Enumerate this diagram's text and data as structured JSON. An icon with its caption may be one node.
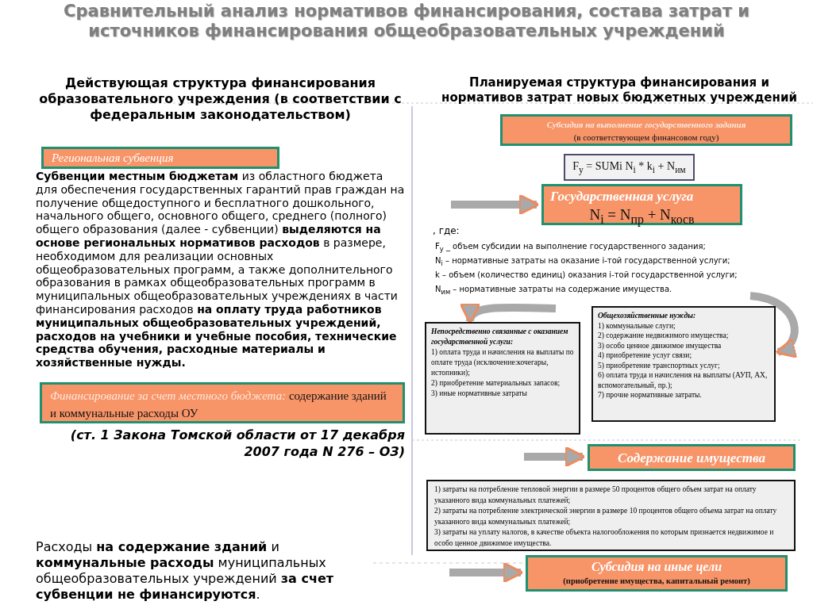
{
  "diagram": {
    "title": "Сравнительный анализ нормативов финансирования, состава затрат и источников финансирования общеобразовательных учреждений",
    "nodes": [
      {
        "text": [
          "Региональная субвенция"
        ]
      },
      {
        "text": [
          "Финансирование за счет местного бюджета:",
          "содержание зданий и коммунальные расходы  ОУ"
        ]
      },
      {
        "text": [
          "Субсидия на выполнение государственного задания",
          "(в соответствующем финансовом году)"
        ]
      },
      {
        "text": [
          "F$_{у}$ = SUMi N$_{i}$ * k$_{i}$ + N$_{им}$"
        ]
      },
      {
        "text": [
          "Государственная услуга",
          "N$_{i}$ = N$_{пр}$ + N$_{косв}$"
        ]
      },
      {
        "text": [
          "Непосредственно связанные с оказанием государственной услуги:",
          "1) оплата труда и начисления на выплаты по оплате труда (исключение:кочегары, истопники);",
          "2) приобретение материальных запасов;",
          "3) иные нормативные затраты"
        ]
      },
      {
        "text": [
          "Общехозяйственные нужды:",
          "1) коммунальные слуги;",
          "2) содержание недвижимого имущества;",
          "3) особо ценное движимое имущества",
          "4) приобретение услуг связи;",
          "5) приобретение транспортных услуг;",
          "6) оплата труда и начисления на выплаты (АУП, АХ, вспомогательный, пр.);",
          "7) прочие нормативные затраты."
        ]
      },
      {
        "text": [
          "Содержание имущества"
        ]
      },
      {
        "text": [
          "1) затраты на потребление тепловой энергии в размере 50 процентов общего объем затрат на оплату указанного вида коммунальных платежей;",
          "2) затраты на  потребление электрической энергии в размере 10 процентов общего объема затрат на оплату указанного вида коммунальных платежей;",
          "3) затраты на уплату налогов, в качестве объекта налогообложения по которым признается недвижимое и особо ценное движимое имущества."
        ]
      },
      {
        "text": [
          "Субсидия на иные цели",
          "(приобретение имущества, капитальный ремонт)"
        ]
      }
    ],
    "edges": [
      {
        "from": null,
        "to": 4,
        "arrow": "to"
      },
      {
        "from": null,
        "to": 5,
        "arrow": "to"
      },
      {
        "from": null,
        "to": 6,
        "arrow": "to"
      },
      {
        "from": null,
        "to": 7,
        "arrow": "to"
      },
      {
        "from": null,
        "to": 9,
        "arrow": "to"
      }
    ],
    "labels": [
      "Действующая структура финансирования образовательного учреждения (в соответствии с федеральным законодательством)",
      "Планируемая структура финансирования и нормативов затрат новых бюджетных учреждений",
      "**Субвенции местным бюджетам** из областного бюджета для обеспечения государственных гарантий прав граждан на получение общедоступного и бесплатного дошкольного, начального общего, основного общего, среднего (полного) общего образования (далее - субвенции) **выделяются на основе региональных нормативов расходов** в размере, необходимом для реализации основных общеобразовательных программ, а также дополнительного образования в рамках общеобразовательных программ в муниципальных общеобразовательных учреждениях в части финансирования расходов **на оплату труда работников муниципальных общеобразовательных учреждений, расходов на учебники и учебные пособия, технические средства обучения, расходные материалы и хозяйственные нужды.**",
      "(ст. 1 Закона Томской области от 17 декабря 2007 года N 276 – ОЗ)",
      "Расходы **на содержание зданий** и **коммунальные расходы** муниципальных общеобразовательных учреждений **за счет субвенции не финансируются**.",
      ", где:",
      "F$_{у}$ _ объем субсидии на выполнение государственного задания;",
      "N$_{i}$ – нормативные затраты на оказание i-той государственной услуги;",
      "k – объем (количество единиц) оказания i-той государственной услуги;",
      "N$_{им}$ – нормативные затраты на содержание имущества."
    ]
  }
}
